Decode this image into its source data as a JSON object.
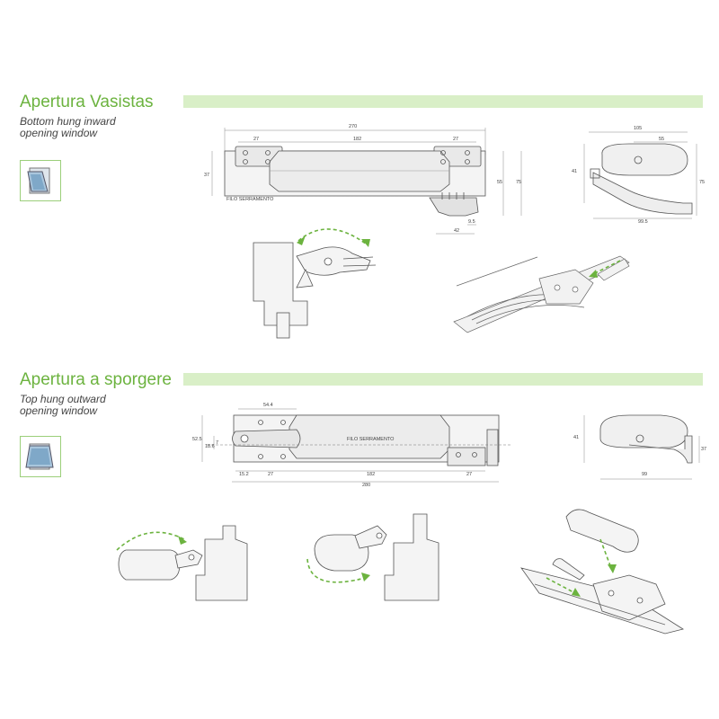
{
  "colors": {
    "accent": "#6cb33f",
    "band": "#d9efc7",
    "line": "#555555",
    "dim": "#888888",
    "fill": "#f2f2f2"
  },
  "section1": {
    "title": "Apertura Vasistas",
    "subtitle_line1": "Bottom hung inward",
    "subtitle_line2": "opening window",
    "icon": "bottom-hung-window-icon",
    "dims_front": {
      "d270": "270",
      "d27a": "27",
      "d182": "182",
      "d27b": "27",
      "d37": "37",
      "d55": "55",
      "d75": "75",
      "d9_5": "9.5",
      "d42": "42",
      "filo": "FILO SERRAMENTO"
    },
    "dims_side": {
      "d105": "105",
      "d55": "55",
      "d41": "41",
      "d75": "75",
      "d99_5": "99.5"
    }
  },
  "section2": {
    "title": "Apertura a sporgere",
    "subtitle_line1": "Top hung outward",
    "subtitle_line2": "opening window",
    "icon": "top-hung-window-icon",
    "dims_front": {
      "d54_4": "54.4",
      "d52_5": "52.5",
      "d18_6": "18.6",
      "d7": "7",
      "d15_2": "15.2",
      "d27a": "27",
      "d182": "182",
      "d27b": "27",
      "d280": "280",
      "filo": "FILO SERRAMENTO"
    },
    "dims_side": {
      "d41": "41",
      "d37": "37",
      "d99": "99"
    }
  }
}
